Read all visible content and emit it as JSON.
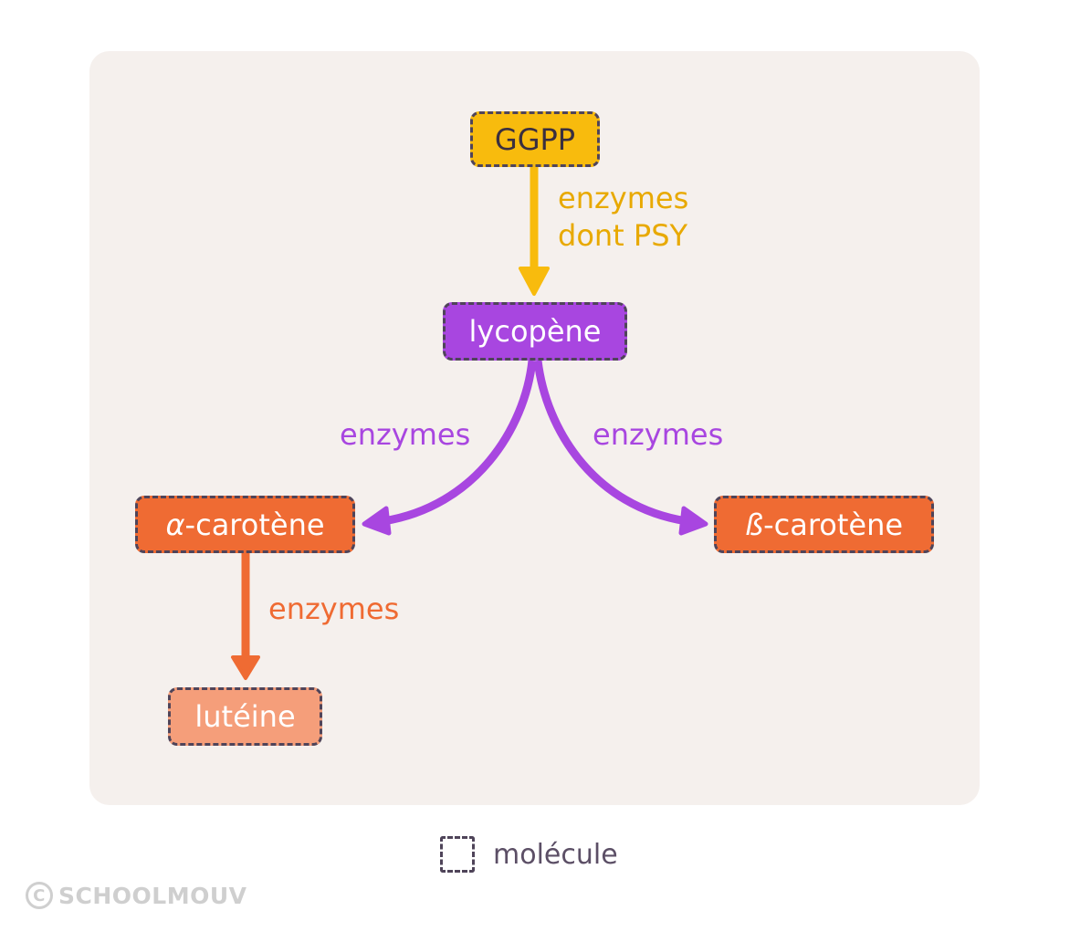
{
  "colors": {
    "background": "#f5f0ed",
    "ggpp": "#f8bb0d",
    "ggpp_label": "#e8a900",
    "lycopene": "#a846e0",
    "carotene": "#ef6b33",
    "luteine": "#f59e7a",
    "border": "#4f4459",
    "text_dark": "#3a2f3f",
    "text_light": "#ffffff",
    "legend_text": "#5c4f66",
    "watermark": "#cfcfcf"
  },
  "nodes": {
    "ggpp": "GGPP",
    "lycopene": "lycopène",
    "alpha_prefix": "α",
    "alpha_suffix": "-carotène",
    "beta_prefix": "ß",
    "beta_suffix": "-carotène",
    "luteine": "lutéine"
  },
  "edges": {
    "ggpp_to_lycopene_line1": "enzymes",
    "ggpp_to_lycopene_line2": "dont PSY",
    "lycopene_to_alpha": "enzymes",
    "lycopene_to_beta": "enzymes",
    "alpha_to_luteine": "enzymes"
  },
  "legend": {
    "label": "molécule"
  },
  "watermark": {
    "symbol": "C",
    "text": "SCHOOLMOUV"
  }
}
